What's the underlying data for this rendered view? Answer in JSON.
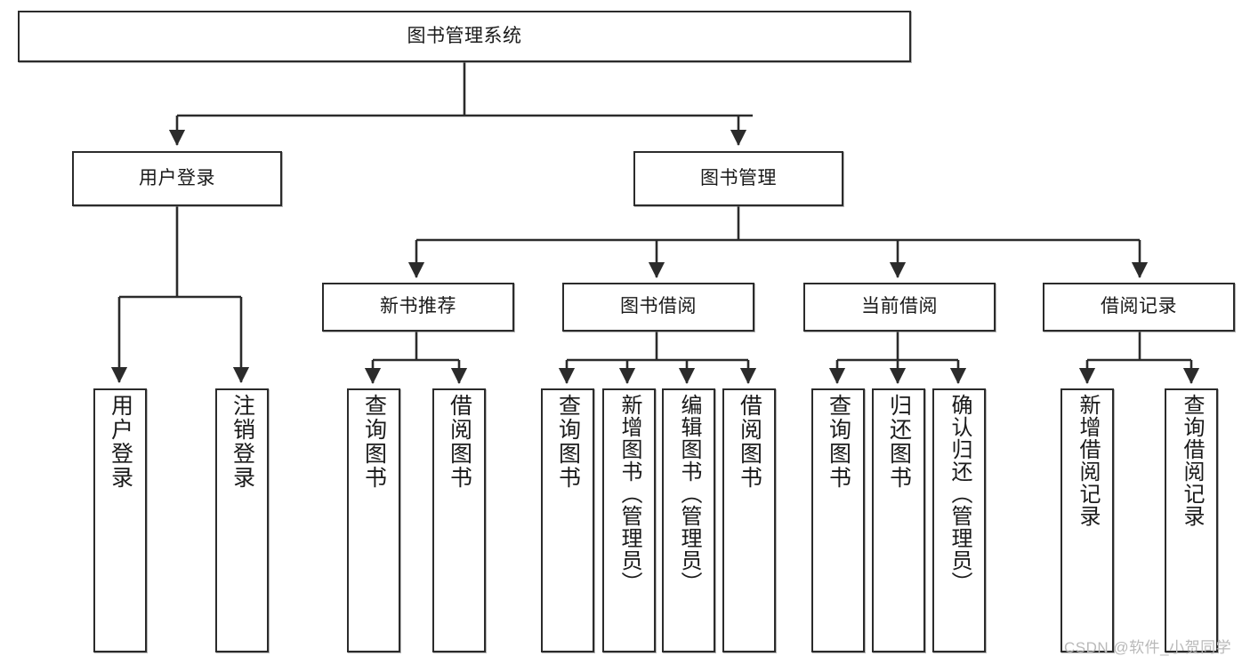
{
  "diagram": {
    "title": "图书管理系统",
    "type": "tree",
    "orientation": "top-down",
    "colors": {
      "node_border": "#2b2b2b",
      "node_fill": "#ffffff",
      "edge": "#2b2b2b",
      "text": "#1a1a1a",
      "watermark": "#b9b9b9",
      "background": "#ffffff"
    },
    "nodes": {
      "root": {
        "label": "图书管理系统",
        "level": 0
      },
      "login": {
        "label": "用户登录",
        "level": 1
      },
      "book_mgmt": {
        "label": "图书管理",
        "level": 1
      },
      "new_book_rec": {
        "label": "新书推荐",
        "level": 2
      },
      "book_borrow": {
        "label": "图书借阅",
        "level": 2
      },
      "current_borrow": {
        "label": "当前借阅",
        "level": 2
      },
      "borrow_record": {
        "label": "借阅记录",
        "level": 2
      },
      "leaf_user_login": {
        "label": "用户登录",
        "level": 2
      },
      "leaf_logout": {
        "label": "注销登录",
        "level": 2
      },
      "leaf_query_book_1": {
        "label": "查询图书",
        "level": 3
      },
      "leaf_borrow_book_1": {
        "label": "借阅图书",
        "level": 3
      },
      "leaf_query_book_2": {
        "label": "查询图书",
        "level": 3
      },
      "leaf_add_book": {
        "label": "新增图书（管理员）",
        "level": 3
      },
      "leaf_edit_book": {
        "label": "编辑图书（管理员）",
        "level": 3
      },
      "leaf_borrow_book_2": {
        "label": "借阅图书",
        "level": 3
      },
      "leaf_query_book_3": {
        "label": "查询图书",
        "level": 3
      },
      "leaf_return_book": {
        "label": "归还图书",
        "level": 3
      },
      "leaf_confirm_return": {
        "label": "确认归还（管理员）",
        "level": 3
      },
      "leaf_add_record": {
        "label": "新增借阅记录",
        "level": 3
      },
      "leaf_query_record": {
        "label": "查询借阅记录",
        "level": 3
      }
    },
    "edges": [
      {
        "from": "root",
        "to": "login"
      },
      {
        "from": "root",
        "to": "book_mgmt"
      },
      {
        "from": "login",
        "to": "leaf_user_login"
      },
      {
        "from": "login",
        "to": "leaf_logout"
      },
      {
        "from": "book_mgmt",
        "to": "new_book_rec"
      },
      {
        "from": "book_mgmt",
        "to": "book_borrow"
      },
      {
        "from": "book_mgmt",
        "to": "current_borrow"
      },
      {
        "from": "book_mgmt",
        "to": "borrow_record"
      },
      {
        "from": "new_book_rec",
        "to": "leaf_query_book_1"
      },
      {
        "from": "new_book_rec",
        "to": "leaf_borrow_book_1"
      },
      {
        "from": "book_borrow",
        "to": "leaf_query_book_2"
      },
      {
        "from": "book_borrow",
        "to": "leaf_add_book"
      },
      {
        "from": "book_borrow",
        "to": "leaf_edit_book"
      },
      {
        "from": "book_borrow",
        "to": "leaf_borrow_book_2"
      },
      {
        "from": "current_borrow",
        "to": "leaf_query_book_3"
      },
      {
        "from": "current_borrow",
        "to": "leaf_return_book"
      },
      {
        "from": "current_borrow",
        "to": "leaf_confirm_return"
      },
      {
        "from": "borrow_record",
        "to": "leaf_add_record"
      },
      {
        "from": "borrow_record",
        "to": "leaf_query_record"
      }
    ]
  },
  "watermark": {
    "text": "CSDN @软件_小贺同学"
  }
}
